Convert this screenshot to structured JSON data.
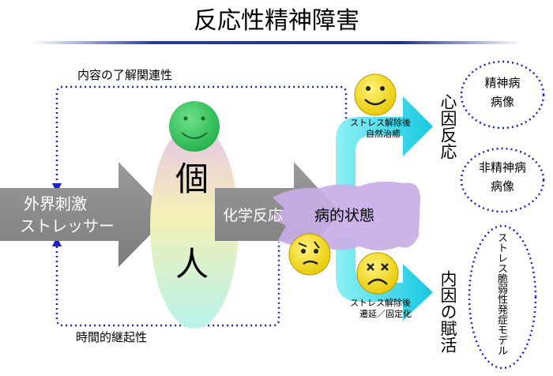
{
  "title": "反応性精神障害",
  "labels": {
    "top_loop": "内容の了解関連性",
    "bottom_loop": "時間的継起性",
    "external_stimulus_line1": "外界刺激",
    "external_stimulus_line2": "ストレッサー",
    "individual_char1": "個",
    "individual_char2": "人",
    "chemical_reaction": "化学反応",
    "pathological_state": "病的状態",
    "upper_branch_line1": "ストレス解除後",
    "upper_branch_line2": "自然治癒",
    "lower_branch_line1": "ストレス解除後",
    "lower_branch_line2": "遷延／固定化",
    "psychogenic_reaction": "心因反応",
    "endogenous_trigger": "内因の賦活",
    "psychotic_line1": "精神病",
    "psychotic_line2": "病像",
    "nonpsychotic_line1": "非精神病",
    "nonpsychotic_line2": "病像",
    "stress_model": "ストレス脆弱性発症モデル"
  },
  "icons": {
    "individual_face": "smiley-face-icon",
    "recovery_face": "smiley-face-icon",
    "worried_face": "worried-face-icon",
    "distressed_face": "distressed-face-icon"
  },
  "colors": {
    "title_underline": "#1f2e86",
    "arrow_gray": "#8c8c8c",
    "branch_cyan": "#2ad6e8",
    "state_purple": "#c8aee6",
    "dotted_blue": "#1a22c8",
    "face_green": "#2ec45a",
    "face_yellow": "#f2d400"
  }
}
